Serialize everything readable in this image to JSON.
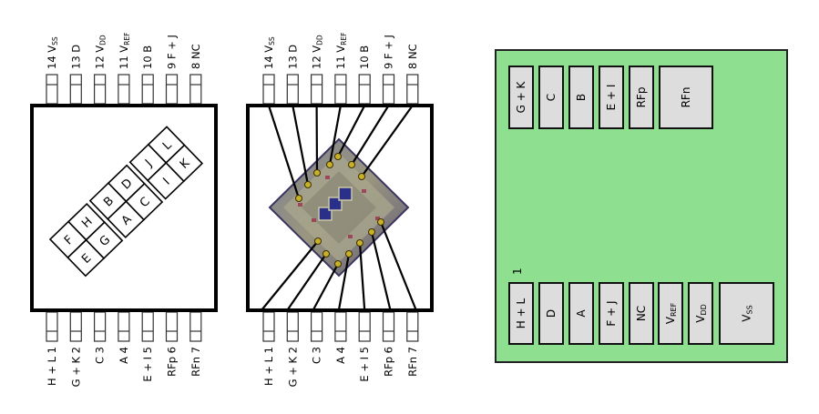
{
  "figure": {
    "package_left": {
      "top_pins": [
        {
          "num": "14",
          "name": "V",
          "sub": "SS"
        },
        {
          "num": "13",
          "name": "D",
          "sub": ""
        },
        {
          "num": "12",
          "name": "V",
          "sub": "DD"
        },
        {
          "num": "11",
          "name": "V",
          "sub": "REF"
        },
        {
          "num": "10",
          "name": "B",
          "sub": ""
        },
        {
          "num": "9",
          "name": "F + J",
          "sub": ""
        },
        {
          "num": "8",
          "name": "NC",
          "sub": ""
        }
      ],
      "bottom_pins": [
        {
          "num": "1",
          "name": "H + L"
        },
        {
          "num": "2",
          "name": "G + K"
        },
        {
          "num": "3",
          "name": "C"
        },
        {
          "num": "4",
          "name": "A"
        },
        {
          "num": "5",
          "name": "E + I"
        },
        {
          "num": "6",
          "name": "RFp"
        },
        {
          "num": "7",
          "name": "RFn"
        }
      ],
      "segment_groups": [
        {
          "top": [
            "F",
            "H"
          ],
          "bottom": [
            "E",
            "G"
          ]
        },
        {
          "top": [
            "B",
            "D"
          ],
          "bottom": [
            "A",
            "C"
          ]
        },
        {
          "top": [
            "J",
            "L"
          ],
          "bottom": [
            "I",
            "K"
          ]
        }
      ]
    },
    "package_middle": {
      "top_pins": [
        {
          "num": "14",
          "name": "V",
          "sub": "SS"
        },
        {
          "num": "13",
          "name": "D",
          "sub": ""
        },
        {
          "num": "12",
          "name": "V",
          "sub": "DD"
        },
        {
          "num": "11",
          "name": "V",
          "sub": "REF"
        },
        {
          "num": "10",
          "name": "B",
          "sub": ""
        },
        {
          "num": "9",
          "name": "F + J",
          "sub": ""
        },
        {
          "num": "8",
          "name": "NC",
          "sub": ""
        }
      ],
      "bottom_pins": [
        {
          "num": "1",
          "name": "H + L"
        },
        {
          "num": "2",
          "name": "G + K"
        },
        {
          "num": "3",
          "name": "C"
        },
        {
          "num": "4",
          "name": "A"
        },
        {
          "num": "5",
          "name": "E + I"
        },
        {
          "num": "6",
          "name": "RFp"
        },
        {
          "num": "7",
          "name": "RFn"
        }
      ],
      "die_description": "die micrograph with bond wires"
    },
    "pcb_footprint": {
      "background_color": "#8fdf90",
      "pad_color": "#dddddd",
      "pin1_marker": "1",
      "top_pads": [
        {
          "name": "G + K",
          "sub": ""
        },
        {
          "name": "C",
          "sub": ""
        },
        {
          "name": "B",
          "sub": ""
        },
        {
          "name": "E + I",
          "sub": ""
        },
        {
          "name": "RFp",
          "sub": ""
        },
        {
          "name": "RFn",
          "sub": ""
        }
      ],
      "bottom_pads": [
        {
          "name": "H + L",
          "sub": ""
        },
        {
          "name": "D",
          "sub": ""
        },
        {
          "name": "A",
          "sub": ""
        },
        {
          "name": "F + J",
          "sub": ""
        },
        {
          "name": "NC",
          "sub": ""
        },
        {
          "name": "V",
          "sub": "REF"
        },
        {
          "name": "V",
          "sub": "DD"
        },
        {
          "name": "V",
          "sub": "SS"
        }
      ]
    }
  }
}
